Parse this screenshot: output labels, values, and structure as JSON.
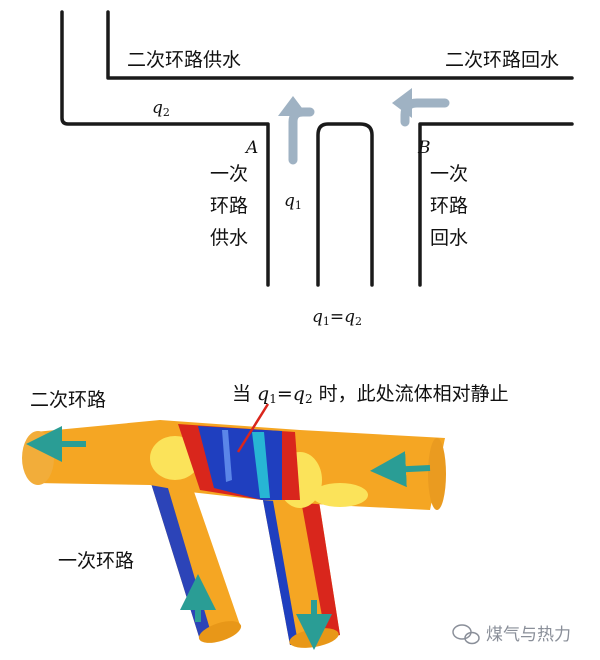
{
  "top": {
    "secondary_supply": "二次环路供水",
    "secondary_return": "二次环路回水",
    "q2": "q",
    "q2_sub": "2",
    "point_a": "A",
    "point_b": "B",
    "primary_supply_lines": [
      "一次",
      "环路",
      "供水"
    ],
    "primary_return_lines": [
      "一次",
      "环路",
      "回水"
    ],
    "q1": "q",
    "q1_sub": "1",
    "equation": {
      "q": "q",
      "sub1": "1",
      "eq": "=",
      "sub2": "2"
    }
  },
  "bottom": {
    "secondary_loop": "二次环路",
    "primary_loop": "一次环路",
    "annotation": {
      "pre": "当 ",
      "q": "q",
      "sub1": "1",
      "eq": "=",
      "sub2": "2",
      "post": " 时，此处流体相对静止"
    }
  },
  "watermark": {
    "text": "煤气与热力"
  },
  "colors": {
    "pipe_line": "#1a1a1a",
    "flow_arrow_gray": "#9fb2c3",
    "cfd_orange": "#f5a623",
    "cfd_yellow": "#fbe35a",
    "cfd_red": "#d9261c",
    "cfd_blue": "#1f3fbf",
    "cfd_cyan": "#27b6d4",
    "vector_teal": "#2a9d95"
  }
}
